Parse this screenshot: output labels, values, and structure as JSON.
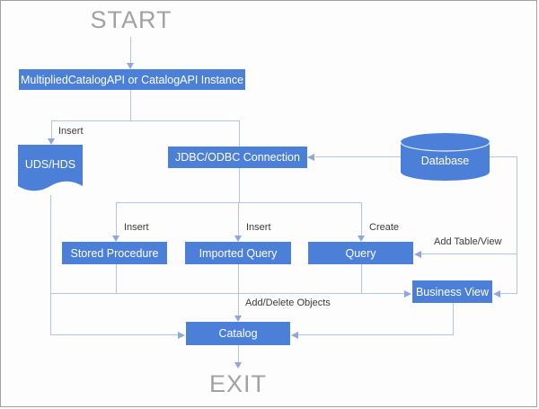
{
  "diagram": {
    "start_label": "START",
    "exit_label": "EXIT",
    "nodes": {
      "api_instance": "MultipliedCatalogAPI or CatalogAPI Instance",
      "uds_hds": "UDS/HDS",
      "jdbc_odbc": "JDBC/ODBC Connection",
      "database": "Database",
      "stored_procedure": "Stored Procedure",
      "imported_query": "Imported Query",
      "query": "Query",
      "business_view": "Business View",
      "catalog": "Catalog"
    },
    "edge_labels": {
      "insert_uds": "Insert",
      "insert_stored_procedure": "Insert",
      "insert_imported_query": "Insert",
      "create_query": "Create",
      "add_table_view": "Add Table/View",
      "add_delete_objects": "Add/Delete Objects"
    },
    "colors": {
      "node_fill": "#4c80d8",
      "node_text": "#ffffff",
      "connector": "#b3c5e7",
      "arrowhead": "#8fa7da",
      "terminal_text": "#a2a2a2",
      "label_text": "#3b3b3b",
      "page_border": "#a0a0a0",
      "background": "#fdfdfd"
    }
  }
}
